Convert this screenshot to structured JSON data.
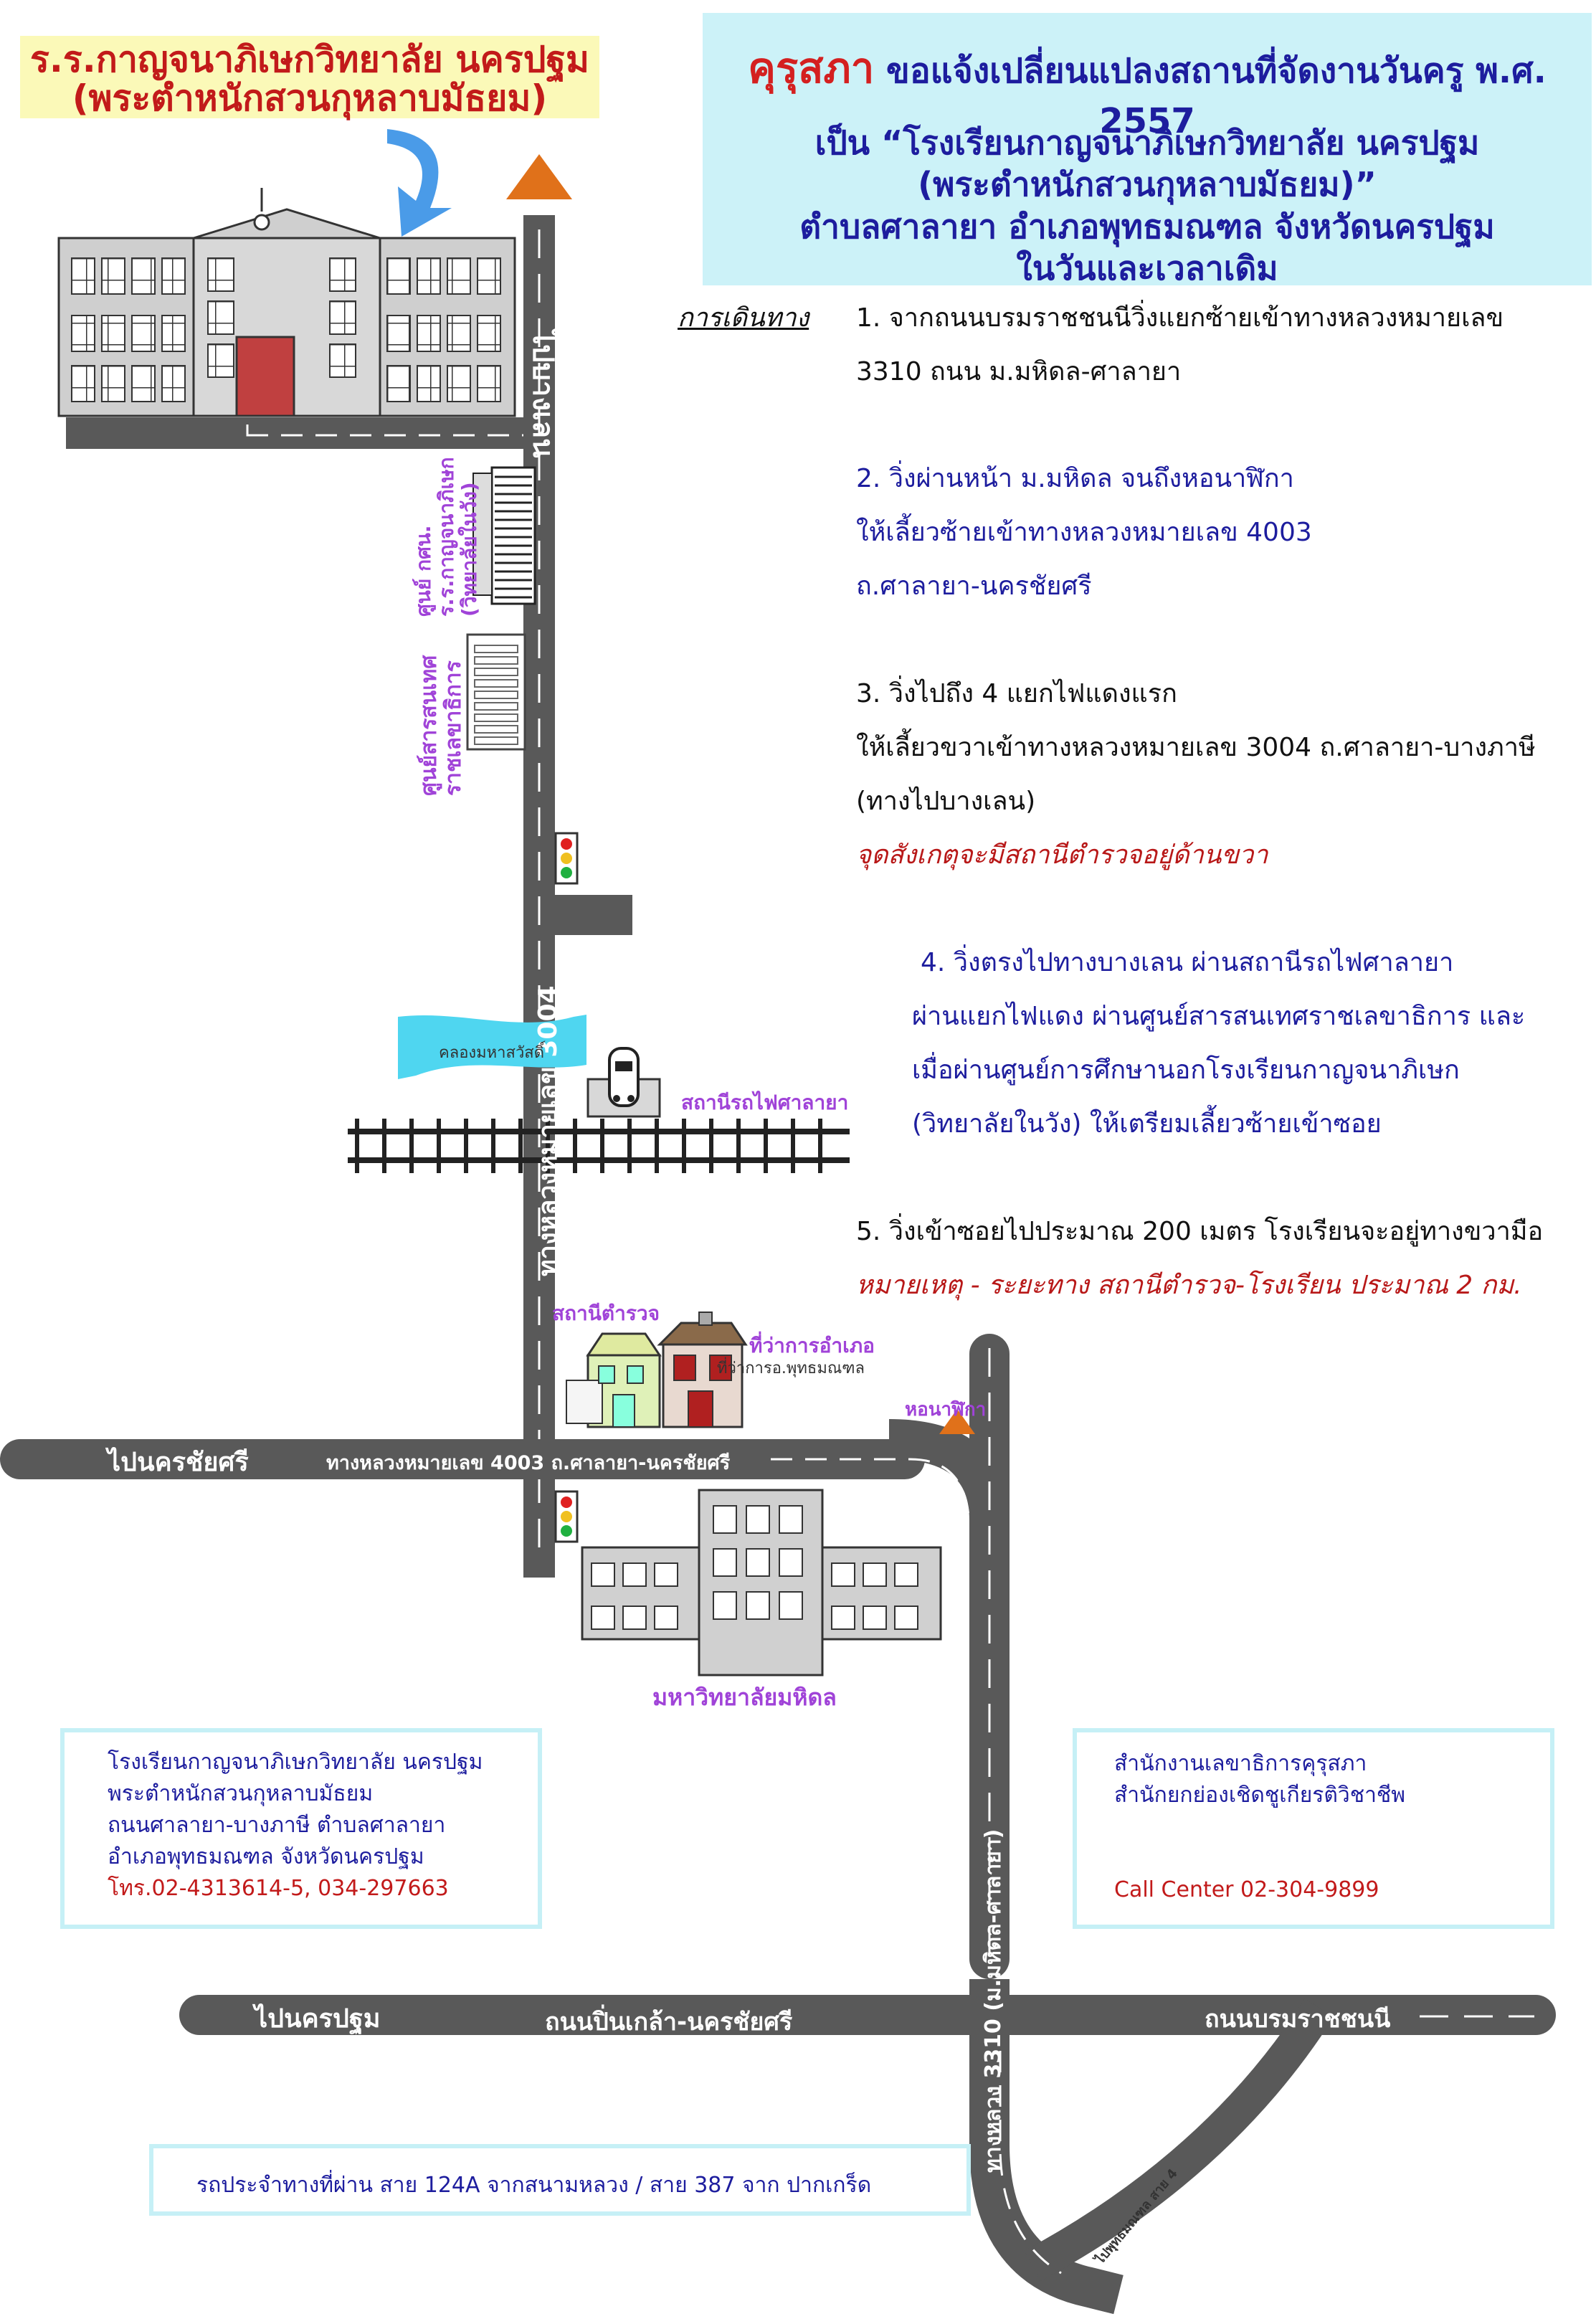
{
  "notice": {
    "org": "คุรุสภา",
    "headline": "ขอแจ้งเปลี่ยนแปลงสถานที่จัดงานวันครู พ.ศ. 2557",
    "line2": "เป็น “โรงเรียนกาญจนาภิเษกวิทยาลัย นครปฐม",
    "line3": "(พระตำหนักสวนกุหลาบมัธยม)”",
    "line4": "ตำบลศาลายา อำเภอพุทธมณฑล จังหวัดนครปฐม",
    "line5": "ในวันและเวลาเดิม"
  },
  "school_title": {
    "line1": "ร.ร.กาญจนาภิเษกวิทยาลัย นครปฐม",
    "line2": "(พระตำหนักสวนกุหลาบมัธยม)"
  },
  "directions": {
    "heading": "การเดินทาง",
    "step1": [
      "1. จากถนนบรมราชชนนีวิ่งแยกซ้ายเข้าทางหลวงหมายเลข",
      "3310 ถนน ม.มหิดล-ศาลายา"
    ],
    "step2": [
      "2. วิ่งผ่านหน้า ม.มหิดล จนถึงหอนาฬิกา",
      "ให้เลี้ยวซ้ายเข้าทางหลวงหมายเลข 4003",
      "ถ.ศาลายา-นครชัยศรี"
    ],
    "step3": [
      "3. วิ่งไปถึง 4 แยกไฟแดงแรก",
      "ให้เลี้ยวขวาเข้าทางหลวงหมายเลข 3004 ถ.ศาลายา-บางภาษี",
      "(ทางไปบางเลน)"
    ],
    "step3_note": "จุดสังเกตุจะมีสถานีตำรวจอยู่ด้านขวา",
    "step4": [
      "4. วิ่งตรงไปทางบางเลน ผ่านสถานีรถไฟศาลายา",
      "ผ่านแยกไฟแดง ผ่านศูนย์สารสนเทศราชเลขาธิการ และ",
      "เมื่อผ่านศูนย์การศึกษานอกโรงเรียนกาญจนาภิเษก",
      "(วิทยาลัยในวัง) ให้เตรียมเลี้ยวซ้ายเข้าซอย"
    ],
    "step5": "5. วิ่งเข้าซอยไปประมาณ 200 เมตร โรงเรียนจะอยู่ทางขวามือ",
    "remark": "หมายเหตุ - ระยะทาง สถานีตำรวจ-โรงเรียน ประมาณ 2 กม."
  },
  "map_labels": {
    "to_banglen": "ไปบางเลน",
    "road_3004": "ทางหลวงหมายเลข 3004",
    "road_3004_small": "ทางหลวงหมายเลข 3004",
    "center_nfe": [
      "ศูนย์ กศน.",
      "ร.ร.กาญจนาภิเษก",
      "(วิทยาลัยในวัง)"
    ],
    "center_info": [
      "ศูนย์สารสนเทศ",
      "ราชเลขาธิการ"
    ],
    "canal": "คลองมหาสวัสดิ์",
    "train_station": "สถานีรถไฟศาลายา",
    "police_station": "สถานีตำรวจ",
    "district_office": "ที่ว่าการอำเภอ",
    "district_office_sign": "ที่ว่าการอ.พุทธมณฑล",
    "clock_tower": "หอนาฬิกา",
    "to_nakhonchaisi": "ไปนครชัยศรี",
    "road_4003": "ทางหลวงหมายเลข 4003 ถ.ศาลายา-นครชัยศรี",
    "mahidol": "มหาวิทยาลัยมหิดล",
    "road_3310": "ทางหลวง 3310 (ม.มหิดล-ศาลายา)",
    "to_nakhonpathom": "ไปนครปฐม",
    "road_pinklao": "ถนนปิ่นเกล้า-นครชัยศรี",
    "road_borom": "ถนนบรมราชชนนี",
    "to_phutthamonthon": "ไปพุทธมณฑล สาย 4"
  },
  "school_box": {
    "lines": [
      "โรงเรียนกาญจนาภิเษกวิทยาลัย นครปฐม",
      "พระตำหนักสวนกุหลาบมัธยม",
      "ถนนศาลายา-บางภาษี ตำบลศาลายา",
      "อำเภอพุทธมณฑล จังหวัดนครปฐม"
    ],
    "phone": "โทร.02-4313614-5, 034-297663"
  },
  "office_box": {
    "lines": [
      "สำนักงานเลขาธิการคุรุสภา",
      "สำนักยกย่องเชิดชูเกียรติวิชาชีพ"
    ],
    "callcenter": "Call Center 02-304-9899"
  },
  "bus_box": {
    "text": "รถประจำทางที่ผ่าน สาย 124A จากสนามหลวง / สาย 387 จาก ปากเกร็ด"
  },
  "colors": {
    "road": "#595959",
    "notice_bg": "#ccf2f8",
    "title_bg": "#fbf9b8",
    "accent_blue": "#1d1d9e",
    "accent_red": "#c21a1a",
    "label_purple": "#a043d8",
    "arrow_orange": "#e0711a",
    "canal": "#4fd6f0"
  }
}
